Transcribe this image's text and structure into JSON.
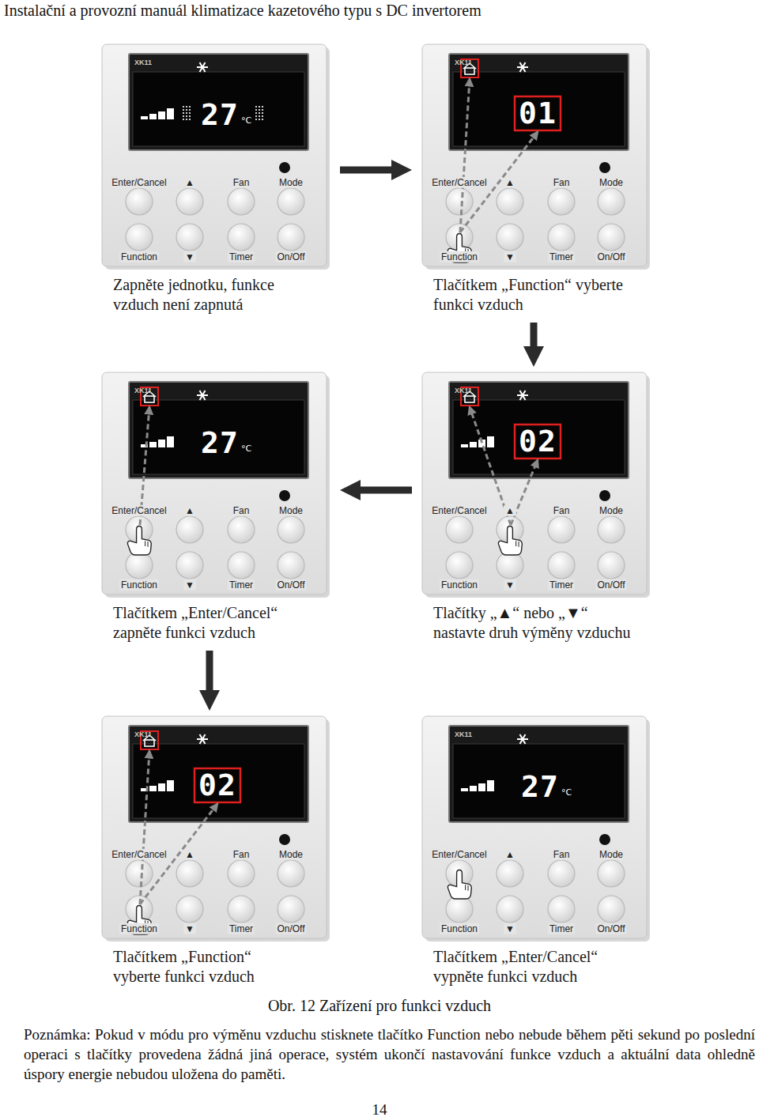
{
  "diagram": {
    "caption": "Obr. 12 Zařízení pro funkci vzduch",
    "nodes": [
      {
        "text": [
          "XK11",
          "27",
          "°C",
          "Enter/Cancel",
          "▲",
          "Fan",
          "Mode",
          "Function",
          "▼",
          "Timer",
          "On/Off",
          "Zapněte jednotku, funkce vzduch není zapnutá"
        ]
      },
      {
        "text": [
          "XK11",
          "01",
          "Enter/Cancel",
          "▲",
          "Fan",
          "Mode",
          "Function",
          "▼",
          "Timer",
          "On/Off",
          "Tlačítkem „Function“ vyberte funkci vzduch"
        ]
      },
      {
        "text": [
          "XK11",
          "27",
          "°C",
          "Enter/Cancel",
          "▲",
          "Fan",
          "Mode",
          "Function",
          "▼",
          "Timer",
          "On/Off",
          "Tlačítkem „Enter/Cancel“ zapněte funkci vzduch"
        ]
      },
      {
        "text": [
          "XK11",
          "02",
          "Enter/Cancel",
          "▲",
          "Fan",
          "Mode",
          "Function",
          "▼",
          "Timer",
          "On/Off",
          "Tlačítky „▲“ nebo „▼“ nastavte druh výměny vzduchu"
        ]
      },
      {
        "text": [
          "XK11",
          "02",
          "Enter/Cancel",
          "▲",
          "Fan",
          "Mode",
          "Function",
          "▼",
          "Timer",
          "On/Off",
          "Tlačítkem „Function“ vyberte funkci vzduch"
        ]
      },
      {
        "text": [
          "XK11",
          "27",
          "°C",
          "Enter/Cancel",
          "▲",
          "Fan",
          "Mode",
          "Function",
          "▼",
          "Timer",
          "On/Off",
          "Tlačítkem „Enter/Cancel“ vypněte funkci vzduch"
        ]
      }
    ],
    "edges": [
      {
        "from": 0,
        "to": 1,
        "arrow": "to"
      },
      {
        "from": 1,
        "to": 3,
        "arrow": "to"
      },
      {
        "from": 3,
        "to": 2,
        "arrow": "to"
      },
      {
        "from": 2,
        "to": 4,
        "arrow": "to"
      }
    ],
    "labels": [
      "Instalační a provozní manuál klimatizace kazetového typu s DC invertorem",
      "Poznámka: Pokud v módu pro výměnu vzduchu stisknete tlačítko Function nebo nebude během pěti sekund po poslední operaci s tlačítky provedena žádná jiná operace, systém ukončí nastavování funkce vzduch a aktuální data ohledně úspory energie nebudou uložena do paměti.",
      "14"
    ]
  }
}
